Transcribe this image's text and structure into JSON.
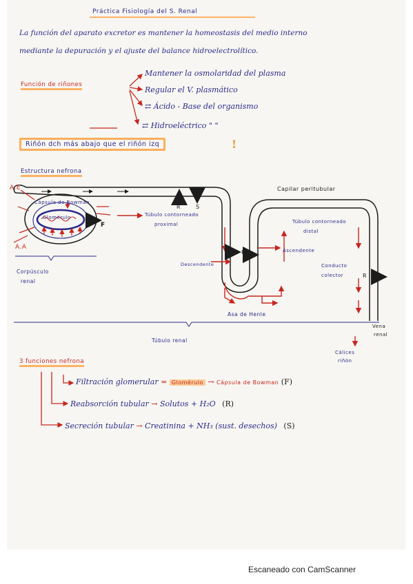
{
  "title": "Práctica Fisiología del S. Renal",
  "intro": {
    "line1": "La función del aparato excretor es mantener la homeostasis del medio interno",
    "line2": "mediante la depuración y el ajuste del balance hidroelectrolítico."
  },
  "kidney_functions": {
    "label": "Función de riñones",
    "items": [
      "Mantener la osmolaridad del plasma",
      "Regular el V. plasmático",
      "Ácido - Base del organismo",
      "Hidroeléctrico \"  \""
    ],
    "items_prefix": [
      "",
      "",
      "⇄",
      "⇄"
    ]
  },
  "kidney_note": {
    "text": "Riñón dch más abajo que el riñón izq",
    "mark": "!"
  },
  "nephron_structure": {
    "label": "Estructura nefrona",
    "labels": {
      "ae": "A.E",
      "aa": "A.A",
      "bowman": "Cápsula de Bowman",
      "glomerulo": "Glomérulo",
      "f": "F",
      "r1": "R",
      "s1": "S",
      "r2": "R",
      "r3": "R",
      "capilar": "Capilar peritubular",
      "proximal1": "Túbulo contorneado",
      "proximal2": "proximal",
      "distal1": "Túbulo contorneado",
      "distal2": "distal",
      "descendente": "Descendente",
      "ascendente": "Ascendente",
      "asa": "Asa de Henle",
      "conducto1": "Conducto",
      "conducto2": "colector",
      "corpusculo1": "Corpúsculo",
      "corpusculo2": "renal",
      "tubulo_renal": "Túbulo renal",
      "vena1": "Vena",
      "vena2": "renal",
      "calices1": "Cálices",
      "calices2": "riñón"
    }
  },
  "nephron_functions": {
    "label": "3 funciones nefrona",
    "rows": [
      {
        "name": "Filtración glomerular",
        "eq": "=",
        "target": "Glomérulo",
        "arrow": "→",
        "result": "Cápsula de Bowman",
        "code": "(F)"
      },
      {
        "name": "Reabsorción tubular",
        "arrow": "→",
        "result": "Solutos + H₂O",
        "code": "(R)"
      },
      {
        "name": "Secreción tubular",
        "arrow": "→",
        "result": "Creatinina + NH₃ (sust. desechos)",
        "code": "(S)"
      }
    ]
  },
  "footer": "Escaneado con CamScanner"
}
